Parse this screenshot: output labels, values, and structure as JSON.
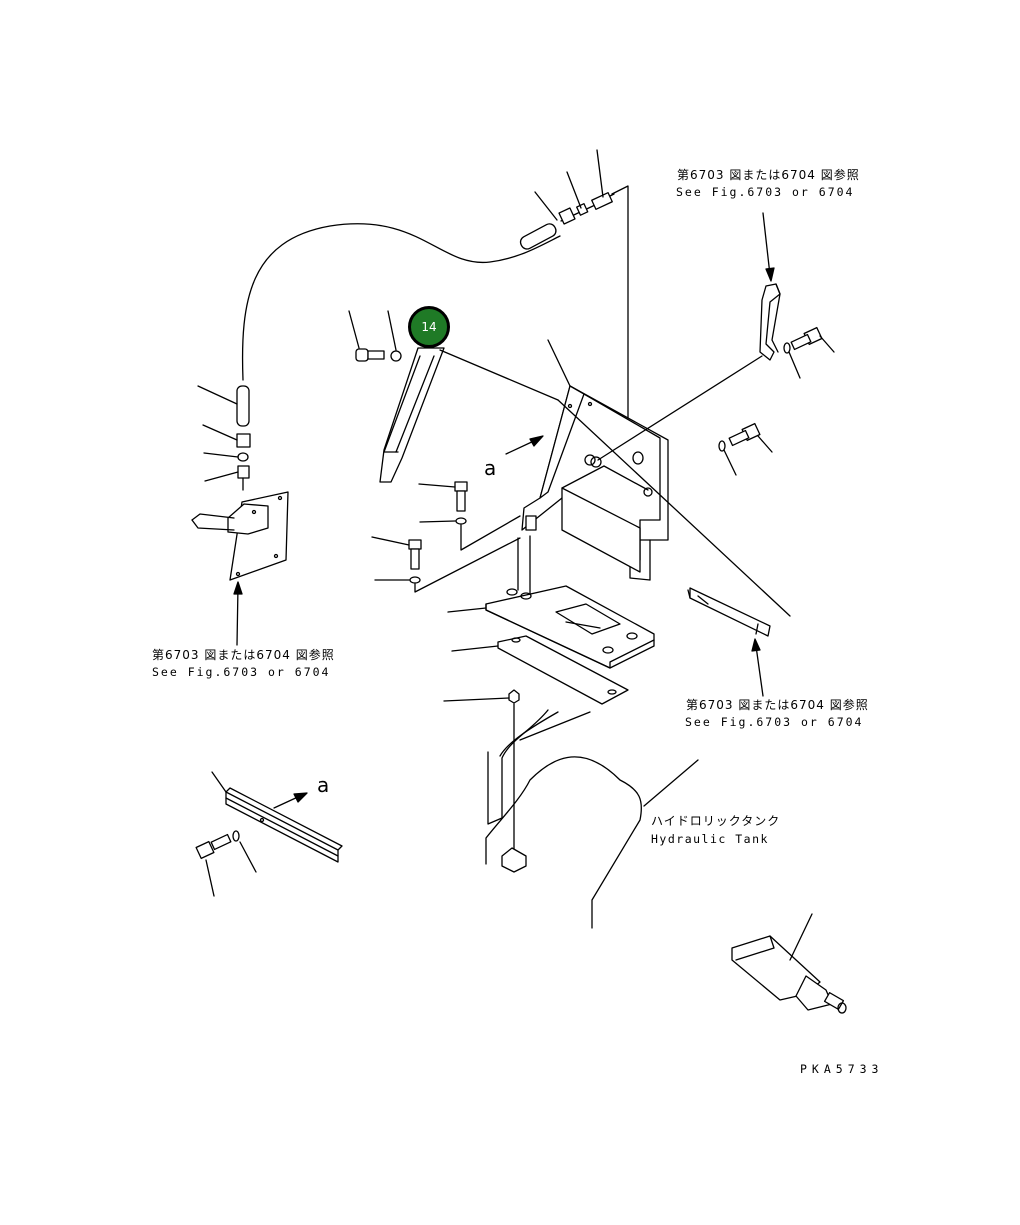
{
  "callout": {
    "number": "14",
    "color": "#1f7a26"
  },
  "refs": {
    "top_right": {
      "jp": "第6703 図または6704 図参照",
      "en": "See Fig.6703 or 6704"
    },
    "left": {
      "jp": "第6703 図または6704 図参照",
      "en": "See Fig.6703 or 6704"
    },
    "right": {
      "jp": "第6703 図または6704 図参照",
      "en": "See Fig.6703 or 6704"
    }
  },
  "view_marker": "a",
  "tank_label": {
    "jp": "ハイドロリックタンク",
    "en": "Hydraulic Tank"
  },
  "drawing_code": "PKA5733"
}
